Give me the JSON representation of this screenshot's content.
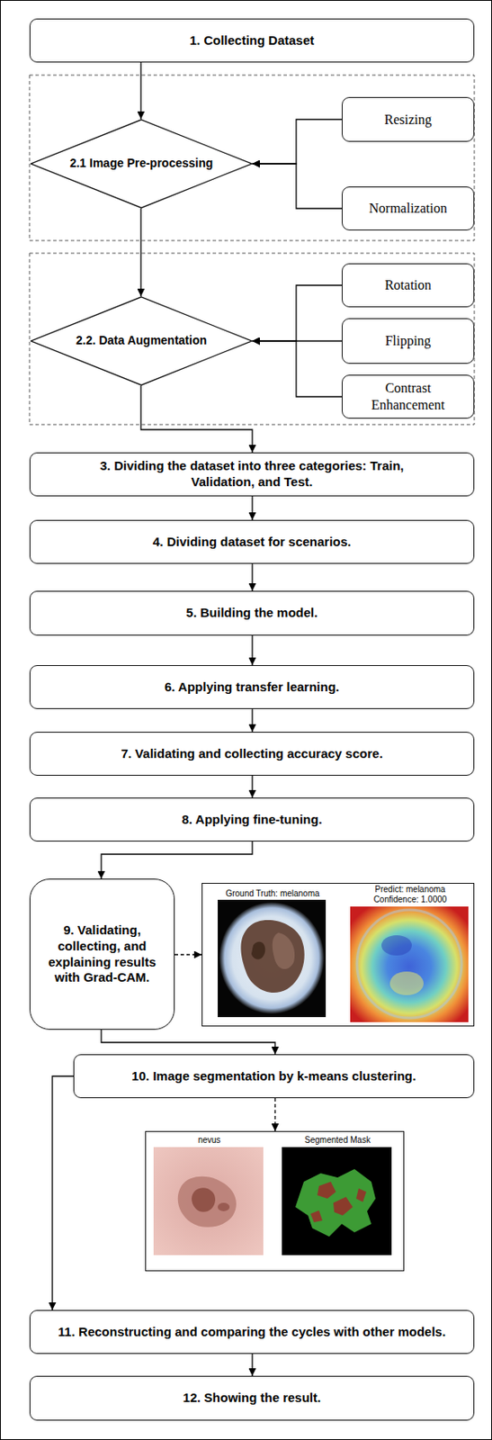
{
  "diagram": {
    "nodes": [
      {
        "text": [
          "1. Collecting Dataset"
        ]
      },
      {
        "text": [
          "2.1 Image Pre-processing"
        ]
      },
      {
        "text": [
          "Resizing"
        ]
      },
      {
        "text": [
          "Normalization"
        ]
      },
      {
        "text": [
          "2.2. Data Augmentation"
        ]
      },
      {
        "text": [
          "Rotation"
        ]
      },
      {
        "text": [
          "Flipping"
        ]
      },
      {
        "text": [
          "Contrast Enhancement"
        ]
      },
      {
        "text": [
          "3. Dividing the dataset into three categories: Train, Validation, and Test."
        ]
      },
      {
        "text": [
          "4. Dividing dataset for scenarios."
        ]
      },
      {
        "text": [
          "5. Building the model."
        ]
      },
      {
        "text": [
          "6. Applying transfer learning."
        ]
      },
      {
        "text": [
          "7. Validating and collecting accuracy score."
        ]
      },
      {
        "text": [
          "8. Applying fine-tuning."
        ]
      },
      {
        "text": [
          "9. Validating, collecting, and explaining results with Grad-CAM."
        ]
      },
      {
        "text": [
          "Ground Truth: melanoma",
          "Predict: melanoma Confidence: 1.0000"
        ]
      },
      {
        "text": [
          "10. Image segmentation by k-means clustering."
        ]
      },
      {
        "text": [
          "nevus",
          "Segmented Mask"
        ]
      },
      {
        "text": [
          "11. Reconstructing and comparing the cycles with other models."
        ]
      },
      {
        "text": [
          "12. Showing the result."
        ]
      }
    ],
    "edges": [
      {
        "from": 0,
        "to": 1,
        "arrow": "to"
      },
      {
        "from": 2,
        "to": 1,
        "arrow": "to"
      },
      {
        "from": 3,
        "to": 1,
        "arrow": "to"
      },
      {
        "from": 1,
        "to": 4,
        "arrow": "to"
      },
      {
        "from": 5,
        "to": 4,
        "arrow": "to"
      },
      {
        "from": 6,
        "to": 4,
        "arrow": "to"
      },
      {
        "from": 7,
        "to": 4,
        "arrow": "to"
      },
      {
        "from": 4,
        "to": 8,
        "arrow": "to"
      },
      {
        "from": 8,
        "to": 9,
        "arrow": "to"
      },
      {
        "from": 9,
        "to": 10,
        "arrow": "to"
      },
      {
        "from": 10,
        "to": 11,
        "arrow": "to"
      },
      {
        "from": 11,
        "to": 12,
        "arrow": "to"
      },
      {
        "from": 12,
        "to": 13,
        "arrow": "to"
      },
      {
        "from": 13,
        "to": 14,
        "arrow": "to"
      },
      {
        "from": 14,
        "to": 15,
        "arrow": "to"
      },
      {
        "from": 14,
        "to": 16,
        "arrow": "to"
      },
      {
        "from": 16,
        "to": 17,
        "arrow": "to"
      },
      {
        "from": 16,
        "to": 18,
        "arrow": "to"
      },
      {
        "from": 18,
        "to": 19,
        "arrow": "to"
      }
    ]
  }
}
